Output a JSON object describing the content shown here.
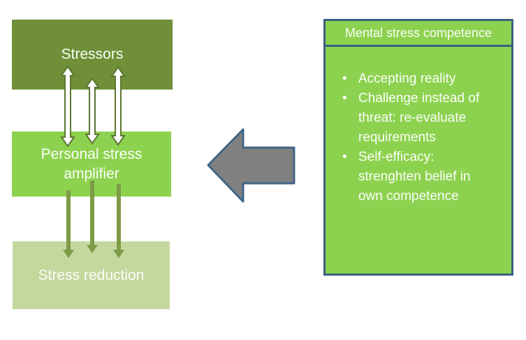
{
  "colors": {
    "page_bg": "#ffffff",
    "stressors_bg": "#6f9038",
    "amplifier_bg": "#8dd24f",
    "reduction_bg": "#c4d89e",
    "panel_bg": "#8dd24f",
    "panel_border": "#3c6080",
    "double_arrow_fill": "#ffffff",
    "double_arrow_stroke": "#5c7531",
    "down_arrow_fill": "#7d9b45",
    "big_arrow_fill": "#808080",
    "big_arrow_stroke": "#406587",
    "text": "#fbfdf9"
  },
  "flow": {
    "stressors_label": "Stressors",
    "amplifier_label": "Personal stress amplifier",
    "reduction_label": "Stress reduction"
  },
  "panel": {
    "title": "Mental stress competence",
    "bullet_marker": "•",
    "bullets": [
      "Accepting reality",
      "Challenge instead of threat: re-evaluate requirements",
      "Self-efficacy: strenghten belief in own competence"
    ]
  }
}
